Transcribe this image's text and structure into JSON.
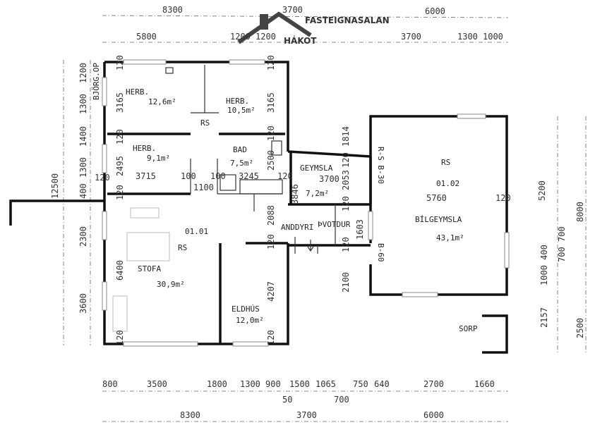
{
  "logo": {
    "tagline": "FASTEIGNASALAN",
    "name": "HÁKOT"
  },
  "dims_top": {
    "row1": [
      "8300",
      "3700",
      "6000"
    ],
    "row2": [
      "5800",
      "1200",
      "1200",
      "3700",
      "1300",
      "1000"
    ]
  },
  "dims_bottom": {
    "row1": [
      "800",
      "3500",
      "1800",
      "1300",
      "900",
      "1500",
      "1065",
      "750",
      "640",
      "2700",
      "1660"
    ],
    "row2": [
      "50",
      "700"
    ],
    "row3": [
      "8300",
      "3700",
      "6000"
    ]
  },
  "dims_left": {
    "total": "12500",
    "segments": [
      "1200",
      "1300",
      "1400",
      "1300",
      "400",
      "2300",
      "3600"
    ]
  },
  "dims_right": {
    "a": "5200",
    "b": "8000",
    "c": "700 700",
    "d": "1000 400",
    "e": "2157",
    "f": "2500"
  },
  "rooms": {
    "herb1": {
      "name": "HERB.",
      "area": "12,6m²"
    },
    "herb2": {
      "name": "HERB.",
      "area": "10,5m²"
    },
    "herb3": {
      "name": "HERB.",
      "area": "9,1m²"
    },
    "bad": {
      "name": "BAD",
      "area": "7,5m²"
    },
    "geymsla": {
      "name": "GEYMSLA",
      "area": "7,2m²"
    },
    "bilgeymsla": {
      "name": "BÍLGEYMSLA",
      "area": "43,1m²"
    },
    "stofa": {
      "name": "STOFA",
      "area": "30,9m²"
    },
    "eldhus": {
      "name": "ELDHÚS",
      "area": "12,0m²"
    },
    "anddyri": {
      "name": "ANDDYRI"
    },
    "thvottur": {
      "name": "ÞVOTDUR"
    },
    "sorp": {
      "name": "SORP"
    }
  },
  "codes": {
    "rs1": "RS",
    "rs2": "RS",
    "rs3": "RS",
    "unit1": "01.01",
    "unit2": "01.02",
    "bjorgop": "BJÖRG.OP",
    "rs_b30": "R-S B-30",
    "b60": "B-60"
  },
  "inner_dims": {
    "d3165a": "3165",
    "d3165b": "3165",
    "d120a": "120",
    "d120b": "120",
    "d120c": "120",
    "d2495": "2495",
    "d120d": "120",
    "d120e": "120",
    "d6400": "6400",
    "d120f": "120",
    "d3715": "3715",
    "d100a": "100",
    "d100b": "100",
    "d3245": "3245",
    "d120g": "120",
    "d1100": "1100",
    "d3700": "3700",
    "d5760": "5760",
    "d120h": "120",
    "d2500": "2500",
    "d120i": "120",
    "d3846": "3846",
    "d2088": "2088",
    "d120j": "120",
    "d4207": "4207",
    "d120k": "120",
    "d1814": "1814",
    "d2053": "2053",
    "d120l": "120",
    "d120m": "120",
    "d1603": "1603",
    "d120n": "120",
    "d2100": "2100"
  }
}
